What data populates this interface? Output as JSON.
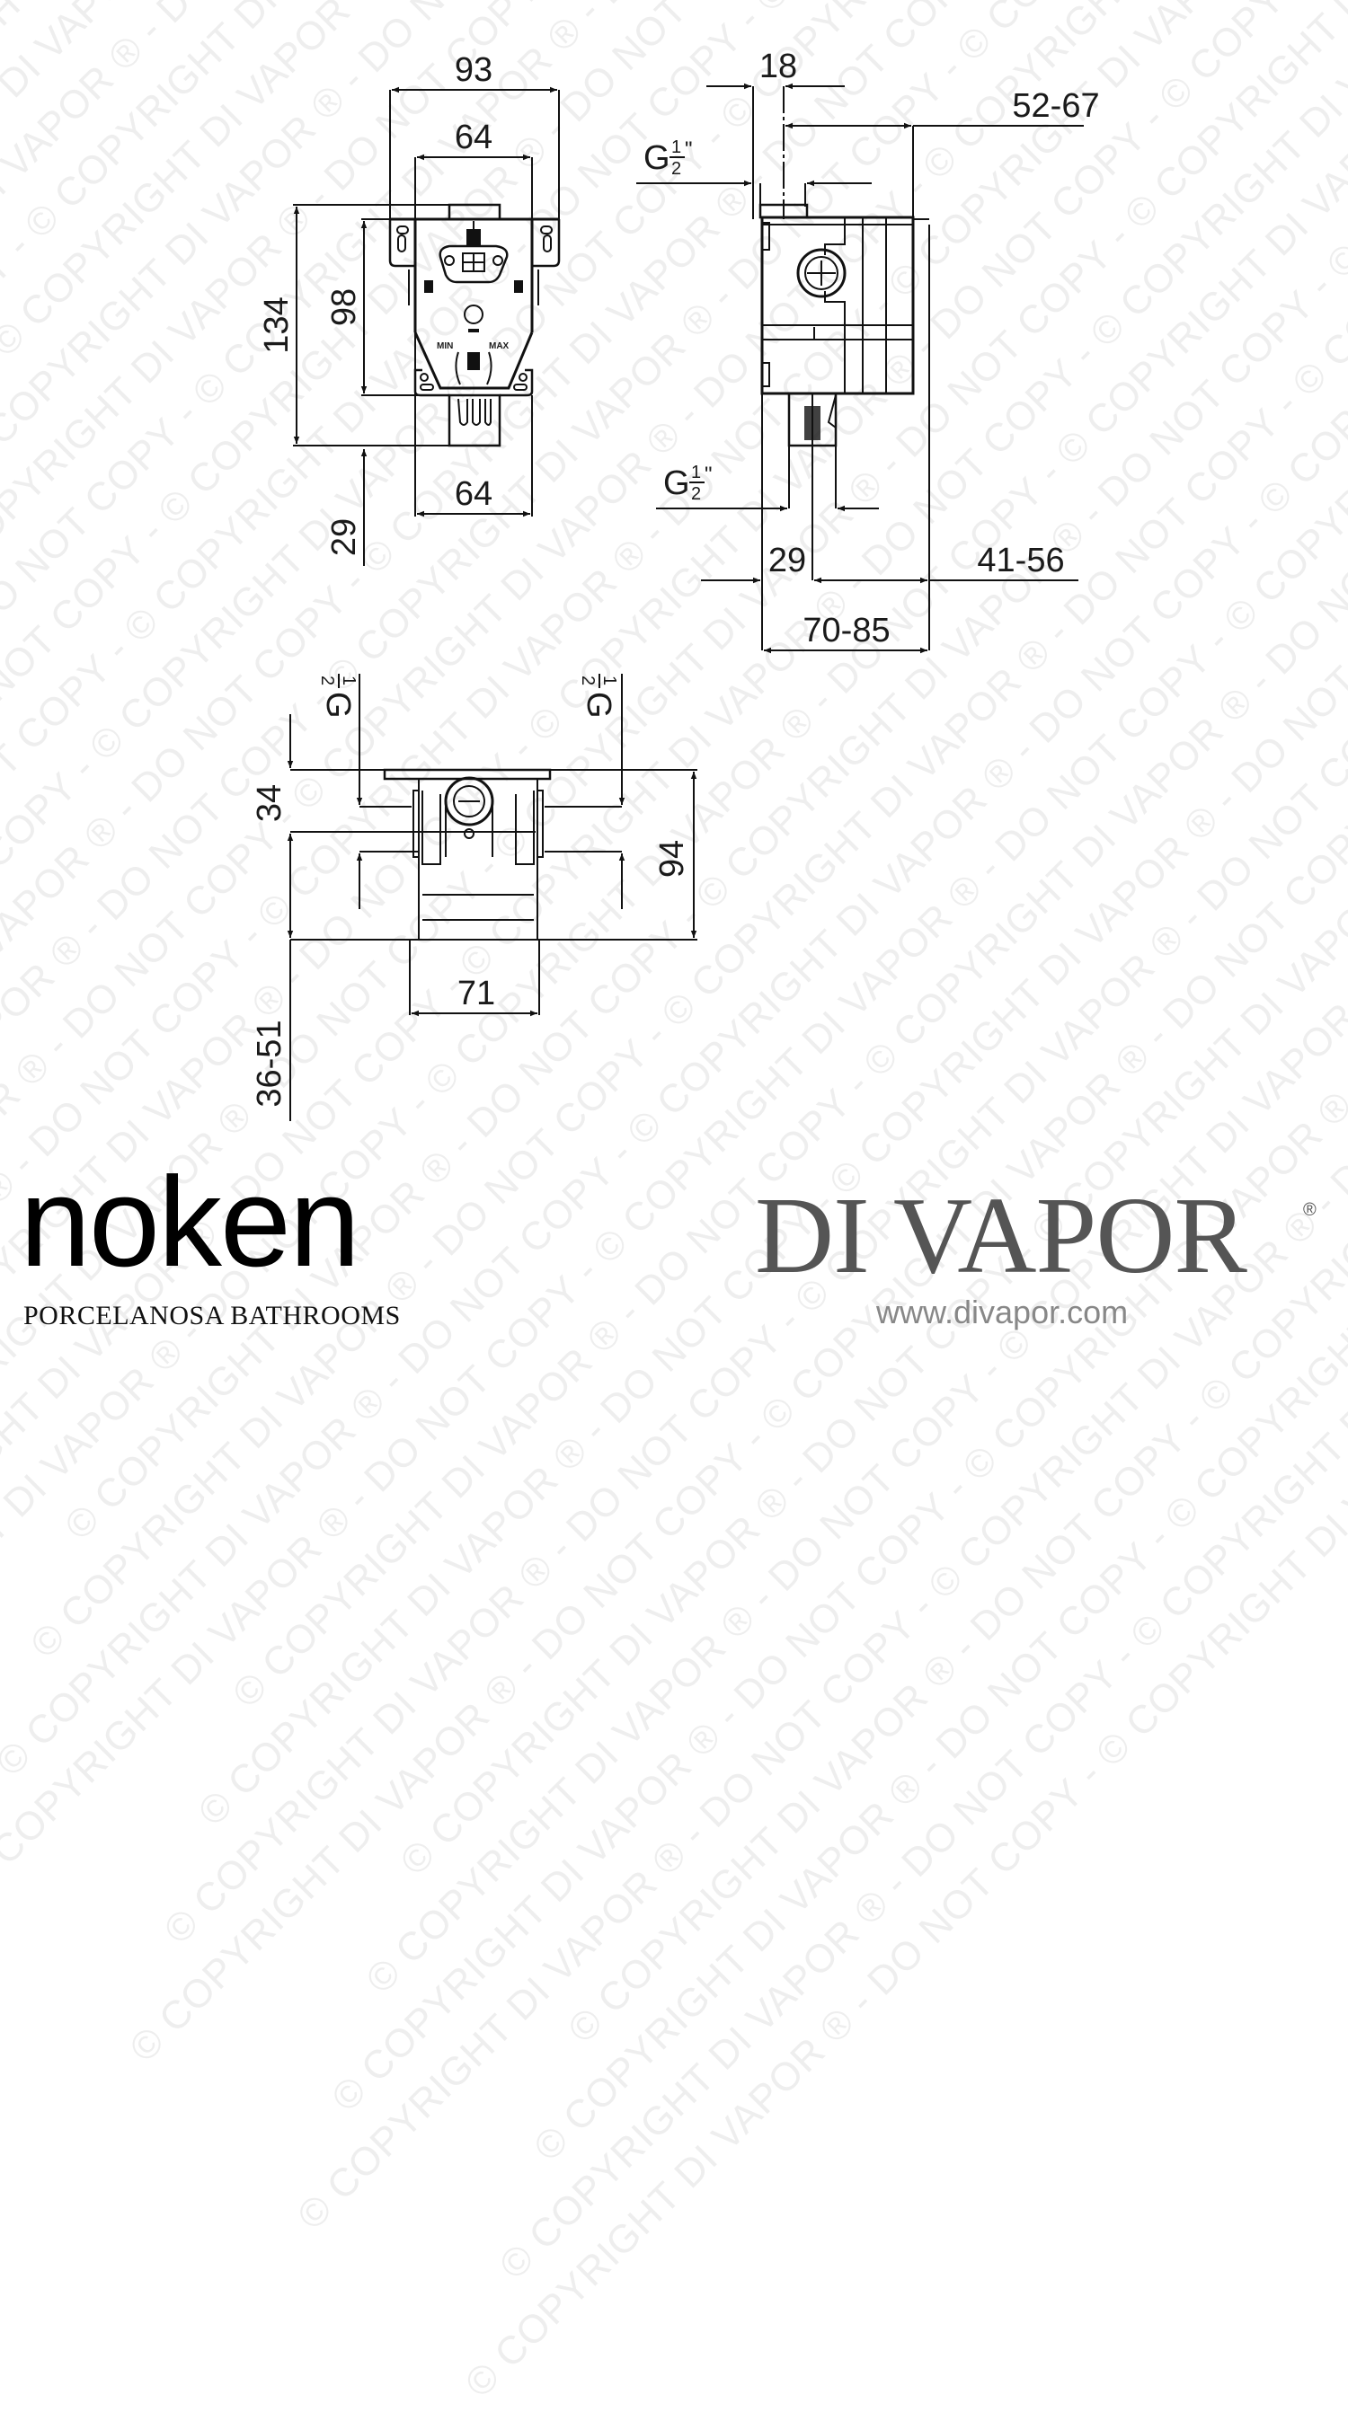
{
  "watermark": {
    "text": "© COPYRIGHT DI VAPOR ® - DO NOT COPY - ",
    "color": "#eeeeee"
  },
  "front_view": {
    "width_overall": "93",
    "width_inner": "64",
    "height_overall": "134",
    "height_body": "98",
    "height_outlet": "29",
    "width_outlet": "64",
    "label_min": "MIN",
    "label_max": "MAX"
  },
  "side_view": {
    "depth_18": "18",
    "depth_range_top": "52-67",
    "thread_top": {
      "main": "G",
      "num": "1",
      "den": "2",
      "unit": "\""
    },
    "thread_bottom": {
      "main": "G",
      "num": "1",
      "den": "2",
      "unit": "\""
    },
    "offset_29": "29",
    "depth_range_bottom": "41-56",
    "depth_total": "70-85"
  },
  "top_view": {
    "thread_left": {
      "main": "G",
      "num": "1",
      "den": "2",
      "unit": "\""
    },
    "thread_right": {
      "main": "G",
      "num": "1",
      "den": "2",
      "unit": "\""
    },
    "depth_34": "34",
    "height_94": "94",
    "width_71": "71",
    "depth_range": "36-51"
  },
  "branding": {
    "noken_logo": "noken",
    "noken_tagline": "PORCELANOSA BATHROOMS",
    "divapor_logo": "DI VAPOR",
    "divapor_registered": "®",
    "divapor_url": "www.divapor.com",
    "colors": {
      "noken": "#000000",
      "divapor": "#555555",
      "url": "#888888"
    }
  }
}
